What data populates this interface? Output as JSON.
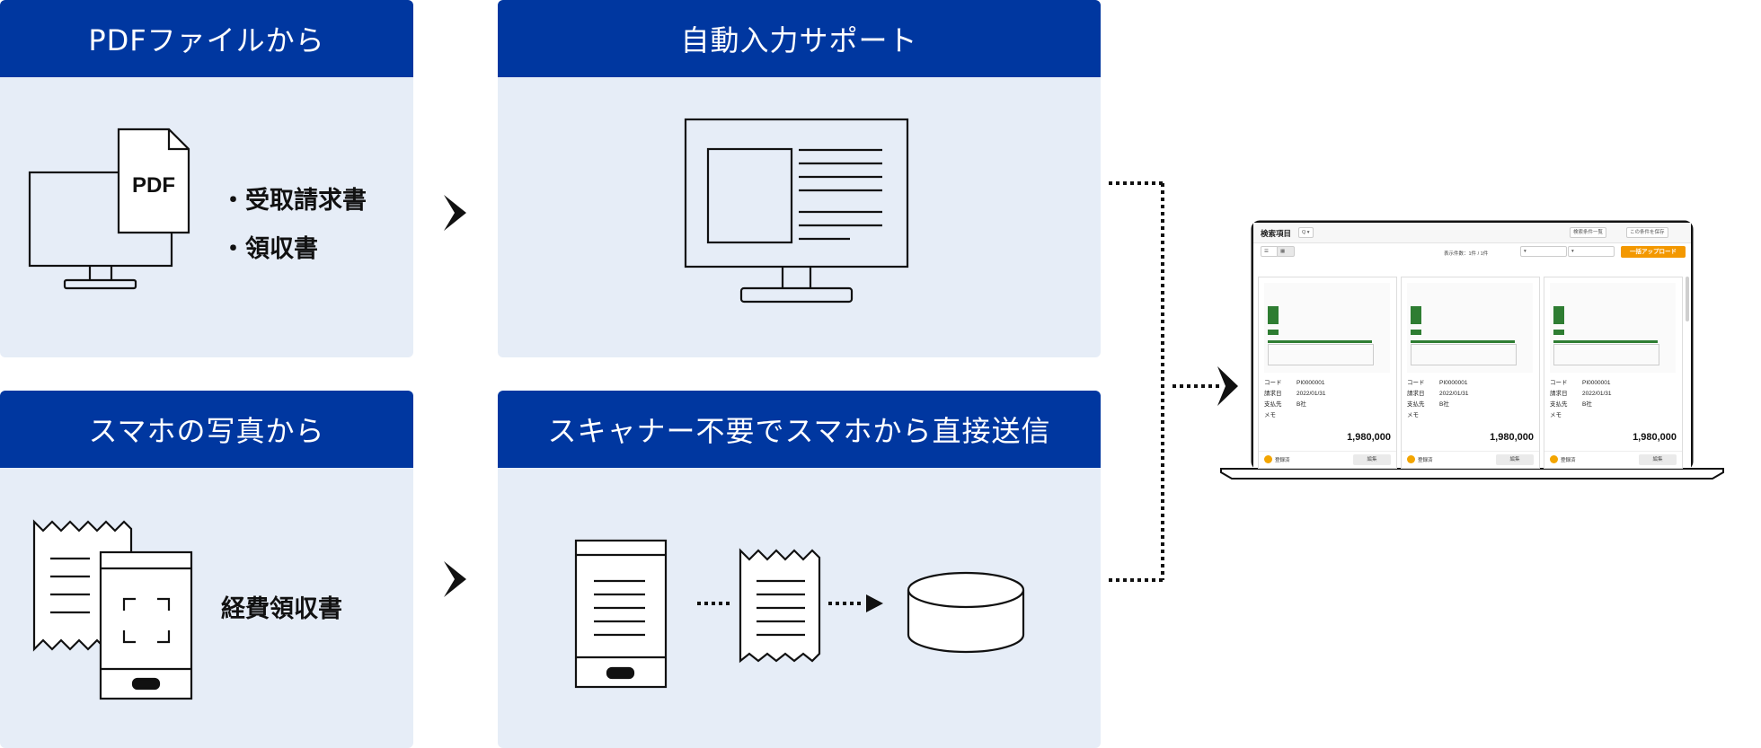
{
  "panels": {
    "pdf": {
      "title": "PDFファイルから",
      "doc_label": "PDF",
      "items": [
        "・受取請求書",
        "・領収書"
      ]
    },
    "auto": {
      "title": "自動入力サポート"
    },
    "photo": {
      "title": "スマホの写真から",
      "item": "経費領収書"
    },
    "scan": {
      "title": "スキャナー不要でスマホから直接送信"
    }
  },
  "app_screen": {
    "title": "検索項目",
    "search_chip": "Q ▾",
    "btn_search_list": "検索条件一覧",
    "btn_save_search": "この条件を保存",
    "count_text": "表示件数：1件 / 1件",
    "upload_button": "一括アップロード",
    "cards": [
      {
        "code_label": "コード",
        "code": "PI0000001",
        "date_label": "請求日",
        "date": "2022/01/31",
        "vendor_label": "支払先",
        "vendor": "B社",
        "memo_label": "メモ",
        "amount": "1,980,000",
        "status": "登録済",
        "edit": "編集"
      },
      {
        "code_label": "コード",
        "code": "PI0000001",
        "date_label": "請求日",
        "date": "2022/01/31",
        "vendor_label": "支払先",
        "vendor": "B社",
        "memo_label": "メモ",
        "amount": "1,980,000",
        "status": "登録済",
        "edit": "編集"
      },
      {
        "code_label": "コード",
        "code": "PI0000001",
        "date_label": "請求日",
        "date": "2022/01/31",
        "vendor_label": "支払先",
        "vendor": "B社",
        "memo_label": "メモ",
        "amount": "1,980,000",
        "status": "登録済",
        "edit": "編集"
      }
    ]
  },
  "colors": {
    "header": "#0037a0",
    "panel": "#e6edf7",
    "accent": "#f39800",
    "doc_green": "#2e7d32"
  }
}
